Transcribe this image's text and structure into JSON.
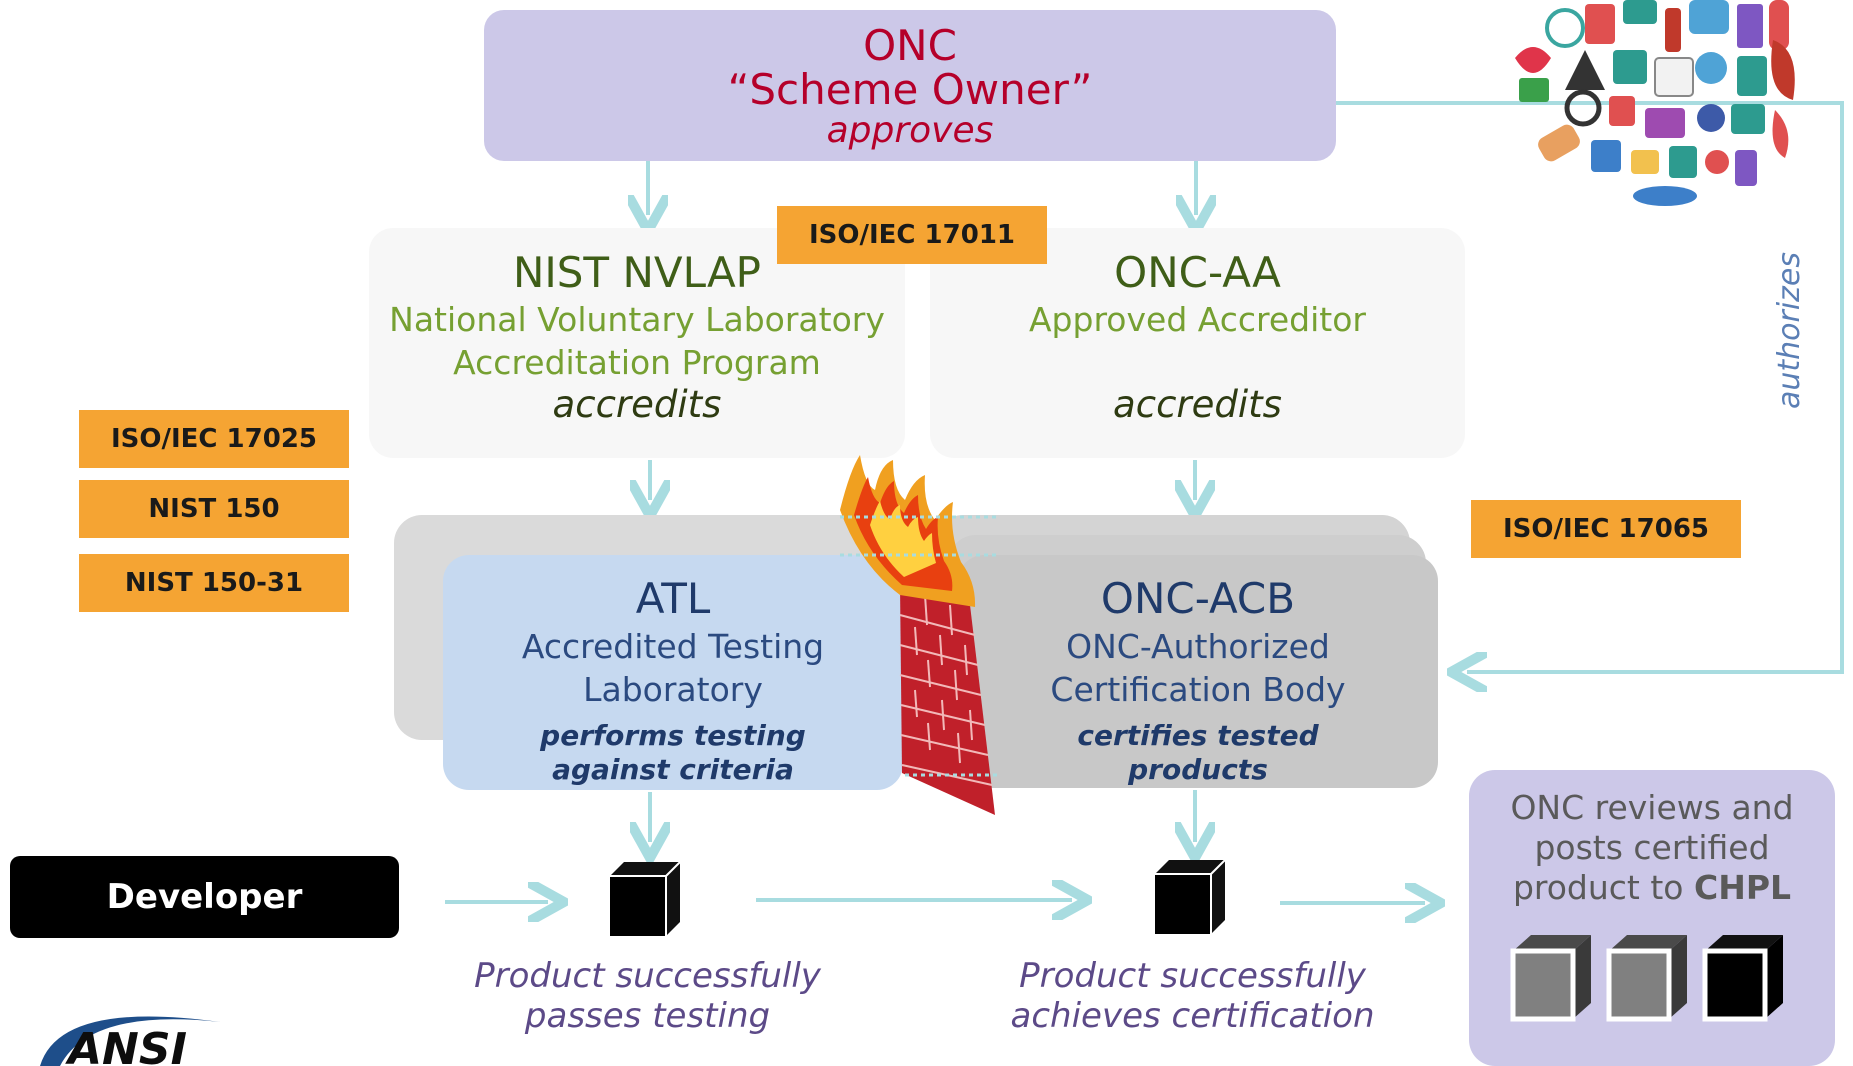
{
  "onc": {
    "title": "ONC",
    "subtitle": "“Scheme Owner”",
    "verb": "approves"
  },
  "nvlap": {
    "title": "NIST NVLAP",
    "line1": "National Voluntary Laboratory",
    "line2": "Accreditation Program",
    "verb": "accredits"
  },
  "onc_aa": {
    "title": "ONC-AA",
    "line1": "Approved  Accreditor",
    "verb": "accredits"
  },
  "standards": {
    "iso17011": "ISO/IEC 17011",
    "iso17025": "ISO/IEC 17025",
    "nist150": "NIST 150",
    "nist150_31": "NIST 150-31",
    "iso17065": "ISO/IEC 17065"
  },
  "atl": {
    "title": "ATL",
    "line1": "Accredited Testing",
    "line2": "Laboratory",
    "verb1": "performs testing",
    "verb2": "against criteria"
  },
  "acb": {
    "title": "ONC-ACB",
    "line1": "ONC-Authorized",
    "line2": "Certification Body",
    "verb1": "certifies tested",
    "verb2": "products"
  },
  "developer": {
    "label": "Developer"
  },
  "captions": {
    "testing_line1": "Product successfully",
    "testing_line2": "passes testing",
    "cert_line1": "Product successfully",
    "cert_line2": "achieves certification"
  },
  "chpl": {
    "line1": "ONC reviews and",
    "line2": "posts certified",
    "line3_prefix": "product  to ",
    "line3_bold": "CHPL"
  },
  "authorizes": "authorizes",
  "ansi": {
    "logo_text": "ANSI"
  },
  "colors": {
    "onc_purple": "#ccc8e8",
    "onc_text_red": "#b5002a",
    "accreditor_green": "#4e6e1c",
    "standard_orange": "#f5a433",
    "atl_blue": "#c6d9f0",
    "acb_gray": "#c8c8c8",
    "arrow_teal": "#a8dce0",
    "authorizes_blue": "#5b7fb5"
  },
  "icons": [
    "medical-icons-cluster",
    "firewall-icon",
    "product-box-icon",
    "ansi-logo"
  ]
}
